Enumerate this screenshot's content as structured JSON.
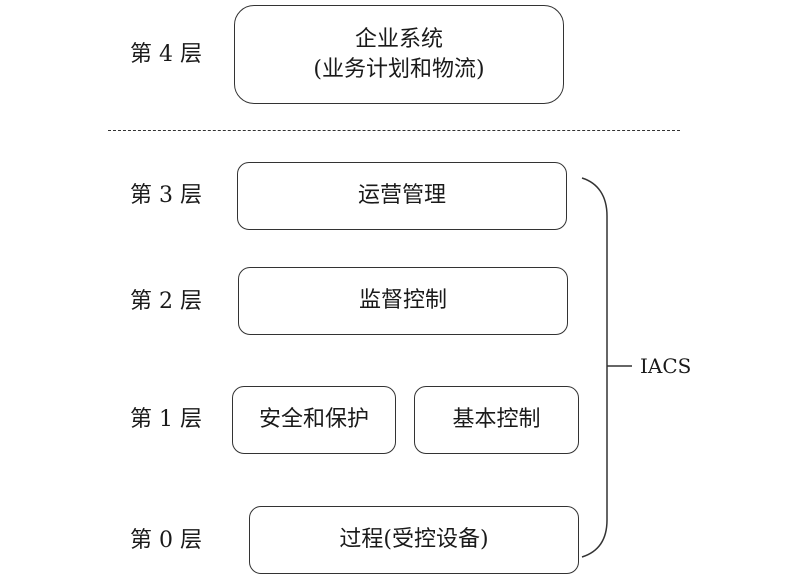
{
  "layers": {
    "l4": {
      "label": "第 4 层",
      "box_line1": "企业系统",
      "box_line2": "(业务计划和物流)"
    },
    "l3": {
      "label": "第 3 层",
      "box": "运营管理"
    },
    "l2": {
      "label": "第 2 层",
      "box": "监督控制"
    },
    "l1": {
      "label": "第 1 层",
      "box_a": "安全和保护",
      "box_b": "基本控制"
    },
    "l0": {
      "label": "第 0 层",
      "box": "过程(受控设备)"
    }
  },
  "bracket_label": "IACS"
}
